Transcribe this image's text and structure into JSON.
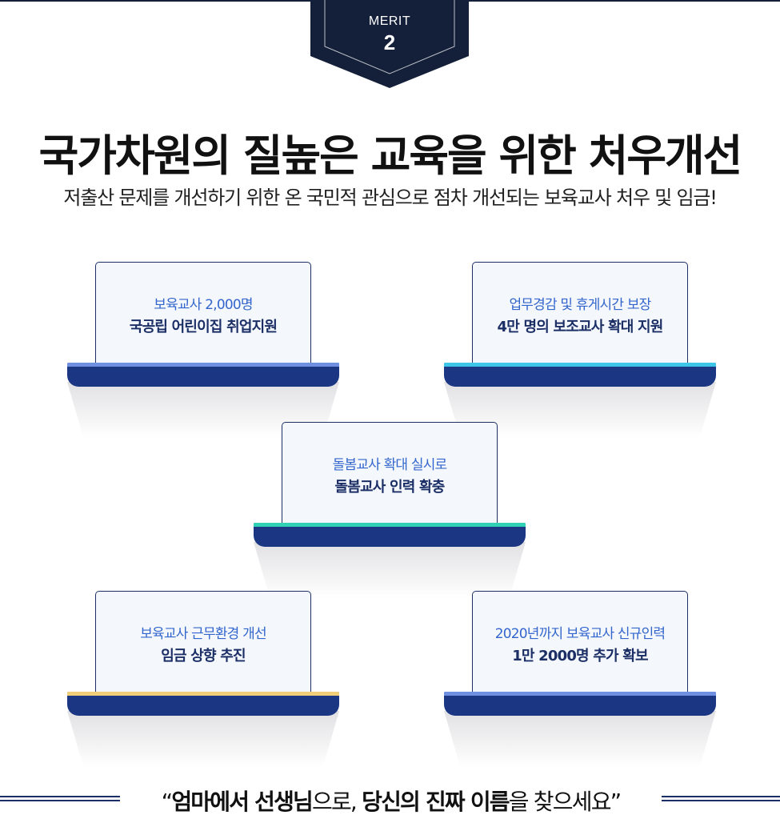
{
  "badge": {
    "label": "MERIT",
    "number": "2",
    "color": "#14203a"
  },
  "title": "국가차원의 질높은 교육을 위한 처우개선",
  "subtitle": "저출산 문제를 개선하기 위한 온 국민적 관심으로 점차 개선되는 보육교사 처우 및 임금!",
  "cards": [
    {
      "line1": "보육교사 2,000명",
      "line2": "국공립 어린이집 취업지원",
      "stripe_color": "#6f8fe0"
    },
    {
      "line1": "업무경감 및 휴게시간 보장",
      "line2": "4만 명의 보조교사 확대 지원",
      "stripe_color": "#3ec6e8"
    },
    {
      "line1": "돌봄교사 확대 실시로",
      "line2": "돌봄교사 인력 확충",
      "stripe_color": "#2fd2b5"
    },
    {
      "line1": "보육교사 근무환경 개선",
      "line2": "임금 상향 추진",
      "stripe_color": "#f0cf78"
    },
    {
      "line1": "2020년까지 보육교사 신규인력",
      "line2": "1만 2000명 추가 확보",
      "stripe_color": "#6f8fe0"
    }
  ],
  "footer": {
    "open_quote": "“",
    "part1": "엄마에서 선생님",
    "part2": "으로, ",
    "part3": "당신의 진짜 이름",
    "part4": "을 찾으세요",
    "close_quote": "”"
  },
  "colors": {
    "navy": "#1b3784",
    "text_blue": "#3366cc",
    "dark_navy": "#1b2f66"
  }
}
